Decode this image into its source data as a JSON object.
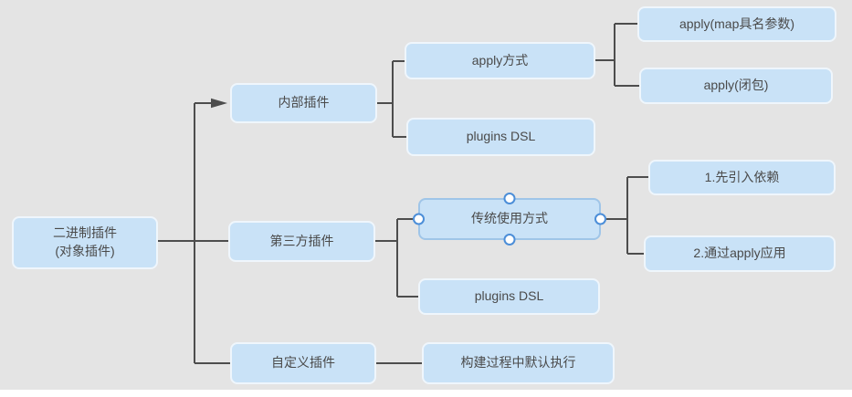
{
  "diagram": {
    "nodes": {
      "root": {
        "label": "二进制插件\n(对象插件)"
      },
      "internal_plugin": {
        "label": "内部插件"
      },
      "apply_method": {
        "label": "apply方式"
      },
      "plugins_dsl_internal": {
        "label": "plugins DSL"
      },
      "apply_map_named_args": {
        "label": "apply(map具名参数)"
      },
      "apply_closure": {
        "label": "apply(闭包)"
      },
      "third_party_plugin": {
        "label": "第三方插件"
      },
      "traditional_usage": {
        "label": "传统使用方式",
        "selected": true
      },
      "plugins_dsl_third_party": {
        "label": "plugins DSL"
      },
      "step_import_dependency": {
        "label": "1.先引入依赖"
      },
      "step_apply_usage": {
        "label": "2.通过apply应用"
      },
      "custom_plugin": {
        "label": "自定义插件"
      },
      "default_execution": {
        "label": "构建过程中默认执行"
      }
    },
    "colors": {
      "canvas_bg": "#e4e4e4",
      "node_fill": "#c9e2f7",
      "node_border": "#eff6fc",
      "selected_border": "#9fc5e8",
      "connector": "#4d4d4d",
      "handle_ring": "#4c8ed8",
      "text_color": "#4a4a4a"
    }
  }
}
